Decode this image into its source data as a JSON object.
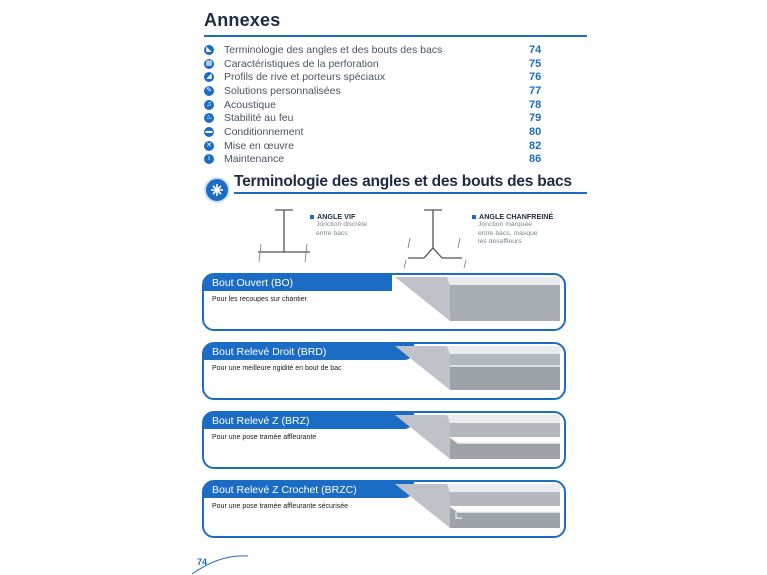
{
  "annexes": {
    "title": "Annexes",
    "items": [
      {
        "label": "Terminologie des angles et des bouts des bacs",
        "page": "74",
        "icon": "angle-icon"
      },
      {
        "label": "Caractéristiques de la perforation",
        "page": "75",
        "icon": "grid-icon"
      },
      {
        "label": "Profils de rive et porteurs spéciaux",
        "page": "76",
        "icon": "profile-icon"
      },
      {
        "label": "Solutions personnalisées",
        "page": "77",
        "icon": "custom-icon"
      },
      {
        "label": "Acoustique",
        "page": "78",
        "icon": "acoustic-icon"
      },
      {
        "label": "Stabilité au feu",
        "page": "79",
        "icon": "fire-icon"
      },
      {
        "label": "Conditionnement",
        "page": "80",
        "icon": "package-icon"
      },
      {
        "label": "Mise en œuvre",
        "page": "82",
        "icon": "tools-icon"
      },
      {
        "label": "Maintenance",
        "page": "86",
        "icon": "info-icon"
      }
    ]
  },
  "section": {
    "title": "Terminologie des angles et des bouts des bacs",
    "icon": "angle-section-icon"
  },
  "angles": {
    "vif": {
      "label": "ANGLE VIF",
      "desc": [
        "Jonction discrète",
        "entre bacs"
      ]
    },
    "chanfreine": {
      "label": "ANGLE CHANFREINÉ",
      "desc": [
        "Jonction marquée",
        "entre bacs, masque",
        "les désaffleurs"
      ]
    }
  },
  "cards": [
    {
      "title": "Bout Ouvert (BO)",
      "desc": "Pour les recoupes sur chantier"
    },
    {
      "title": "Bout Relevé Droit  (BRD)",
      "desc": "Pour une meilleure rigidité en bout de bac"
    },
    {
      "title": "Bout Relevé Z (BRZ)",
      "desc": "Pour une pose tramée affleurante"
    },
    {
      "title": "Bout Relevé Z Crochet (BRZC)",
      "desc": "Pour une pose tramée affleurante sécurisée"
    }
  ],
  "footer": {
    "page_number": "74"
  },
  "colors": {
    "accent": "#1b6cc4",
    "title": "#1f2a44"
  }
}
